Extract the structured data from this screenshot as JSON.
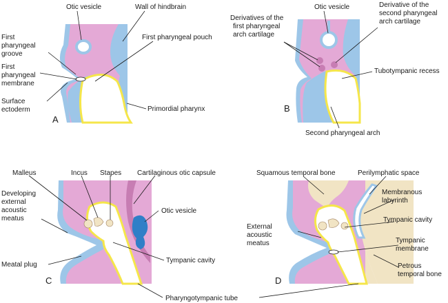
{
  "colors": {
    "mesenchyme": "#e4a9d6",
    "ectoderm": "#9dc6e8",
    "endoderm": "#f5e64a",
    "cavity": "#ffffff",
    "bone": "#f1e4c4",
    "cartilage": "#c77db3",
    "labyrinth": "#2f7fc7",
    "line": "#1a1a1a"
  },
  "panels": {
    "A": {
      "letter": "A",
      "otic_vesicle": "Otic vesicle",
      "wall_hindbrain": "Wall of hindbrain",
      "first_groove": [
        "First",
        "pharyngeal",
        "groove"
      ],
      "first_pouch": "First pharyngeal pouch",
      "first_membrane": [
        "First",
        "pharyngeal",
        "membrane"
      ],
      "surface_ectoderm": [
        "Surface",
        "ectoderm"
      ],
      "primordial_pharynx": "Primordial pharynx"
    },
    "B": {
      "letter": "B",
      "otic_vesicle": "Otic vesicle",
      "first_arch_cartilage": [
        "Derivatives of the",
        "first pharyngeal",
        "arch cartilage"
      ],
      "second_arch_cartilage": [
        "Derivative of the",
        "second pharyngeal",
        "arch cartilage"
      ],
      "tubotympanic_recess": "Tubotympanic recess",
      "second_arch": "Second pharyngeal arch"
    },
    "C": {
      "letter": "C",
      "malleus": "Malleus",
      "incus": "Incus",
      "stapes": "Stapes",
      "otic_capsule": "Cartilaginous otic capsule",
      "developing_meatus": [
        "Developing",
        "external",
        "acoustic",
        "meatus"
      ],
      "otic_vesicle": "Otic vesicle",
      "meatal_plug": "Meatal plug",
      "tympanic_cavity": "Tympanic cavity"
    },
    "D": {
      "letter": "D",
      "squamous_bone": "Squamous temporal bone",
      "perilymphatic_space": "Perilymphatic space",
      "membranous_labyrinth": [
        "Membranous",
        "labyrinth"
      ],
      "external_meatus": [
        "External",
        "acoustic",
        "meatus"
      ],
      "tympanic_cavity": "Tympanic cavity",
      "tympanic_membrane": [
        "Tympanic",
        "membrane"
      ],
      "petrous_bone": [
        "Petrous",
        "temporal bone"
      ]
    }
  },
  "shared": {
    "pharyngotympanic_tube": "Pharyngotympanic tube"
  }
}
